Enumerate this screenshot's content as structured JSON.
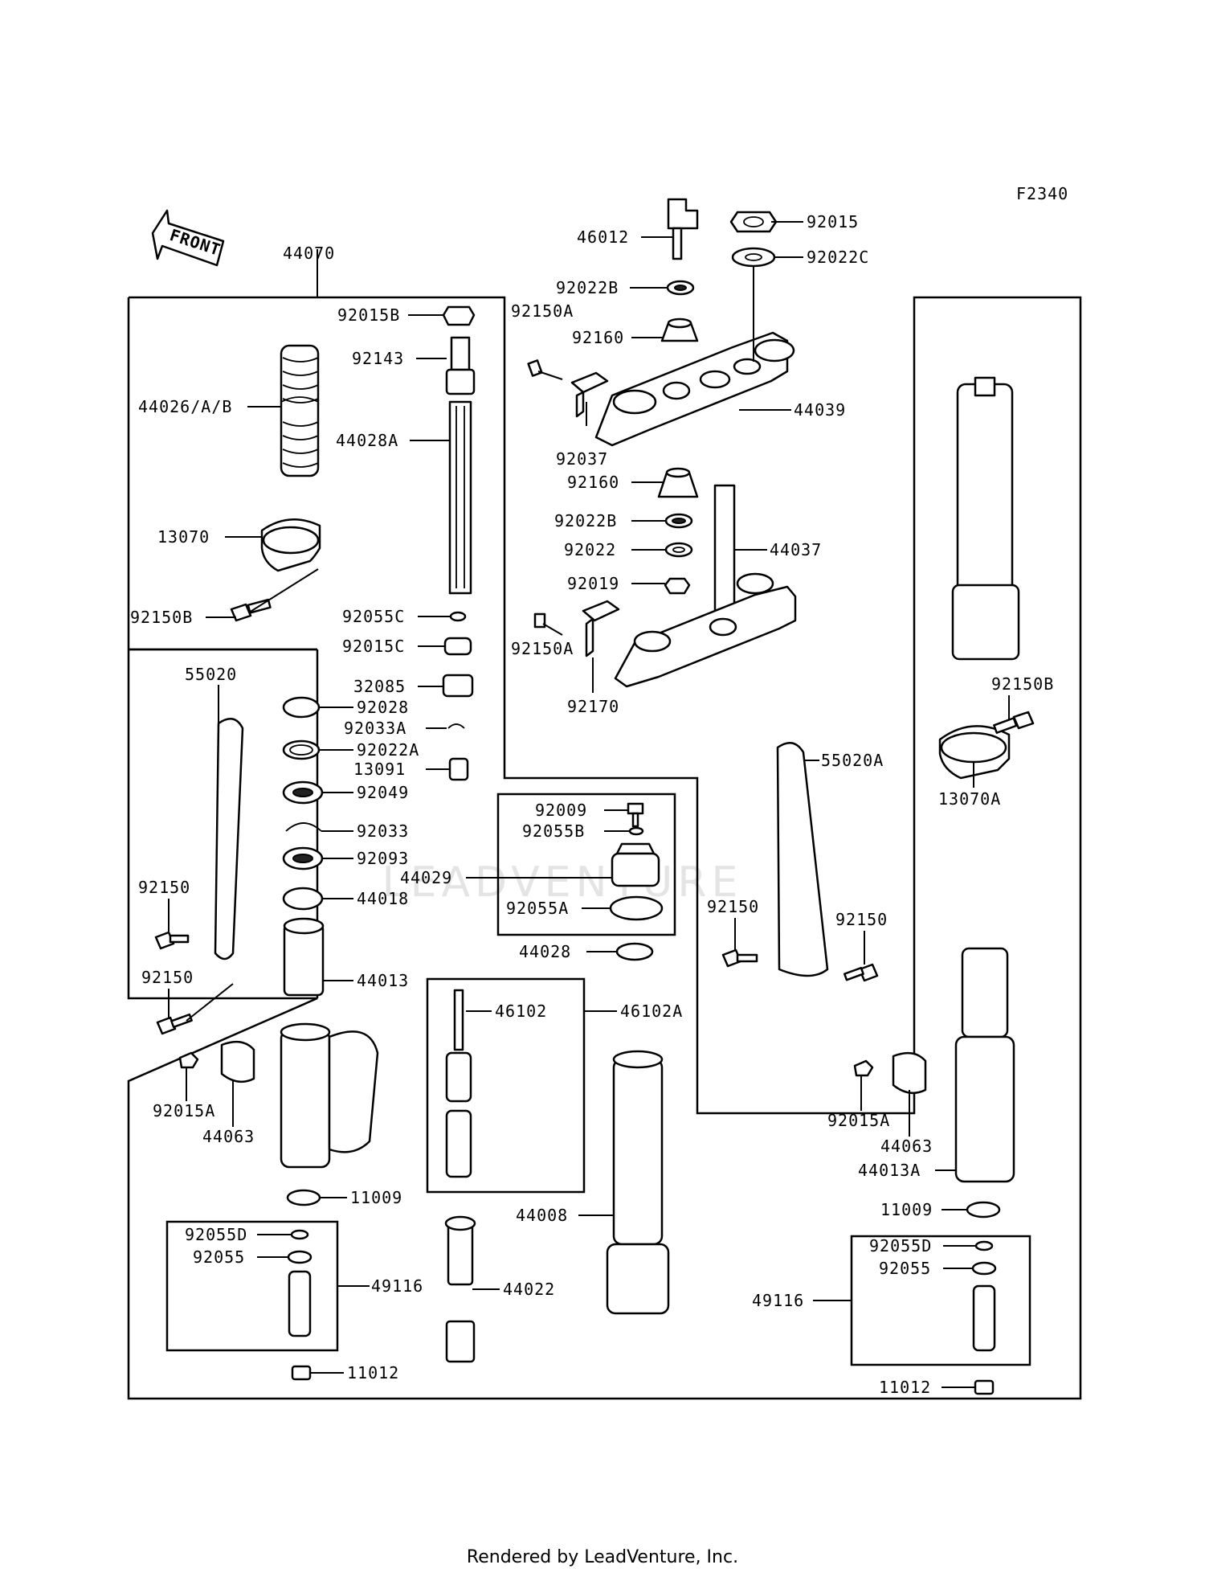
{
  "diagram_code": "F2340",
  "front_arrow_label": "FRONT",
  "watermark": "LEADVENTURE",
  "footer": "Rendered by LeadVenture, Inc.",
  "labels": {
    "p44070": "44070",
    "p46012": "46012",
    "p92015": "92015",
    "p92022C": "92022C",
    "p92022B_top": "92022B",
    "p92015B": "92015B",
    "p92150A_top": "92150A",
    "p92160_top": "92160",
    "p92143": "92143",
    "p44026": "44026/A/B",
    "p44028A": "44028A",
    "p44039": "44039",
    "p92037": "92037",
    "p92160_mid": "92160",
    "p92022B_mid": "92022B",
    "p92022": "92022",
    "p44037": "44037",
    "p13070": "13070",
    "p92019": "92019",
    "p92150B_left": "92150B",
    "p92055C": "92055C",
    "p92015C": "92015C",
    "p92150A_mid": "92150A",
    "p92170": "92170",
    "p55020": "55020",
    "p32085": "32085",
    "p92028": "92028",
    "p92033A": "92033A",
    "p92022A": "92022A",
    "p13091": "13091",
    "p92049": "92049",
    "p92033": "92033",
    "p92093": "92093",
    "p44018": "44018",
    "p44013": "44013",
    "p92009": "92009",
    "p92055B": "92055B",
    "p44029": "44029",
    "p92055A": "92055A",
    "p44028": "44028",
    "p92150B_right": "92150B",
    "p13070A": "13070A",
    "p55020A": "55020A",
    "p92150_l1": "92150",
    "p92150_l2": "92150",
    "p92150_r1": "92150",
    "p92150_r2": "92150",
    "p46102": "46102",
    "p46102A": "46102A",
    "p92015A_left": "92015A",
    "p44063_left": "44063",
    "p11009_left": "11009",
    "p92055D_left": "92055D",
    "p92055_left": "92055",
    "p49116_left": "49116",
    "p11012_left": "11012",
    "p44008": "44008",
    "p44022": "44022",
    "p92015A_right": "92015A",
    "p44063_right": "44063",
    "p44013A": "44013A",
    "p11009_right": "11009",
    "p92055D_right": "92055D",
    "p92055_right": "92055",
    "p49116_right": "49116",
    "p11012_right": "11012"
  }
}
